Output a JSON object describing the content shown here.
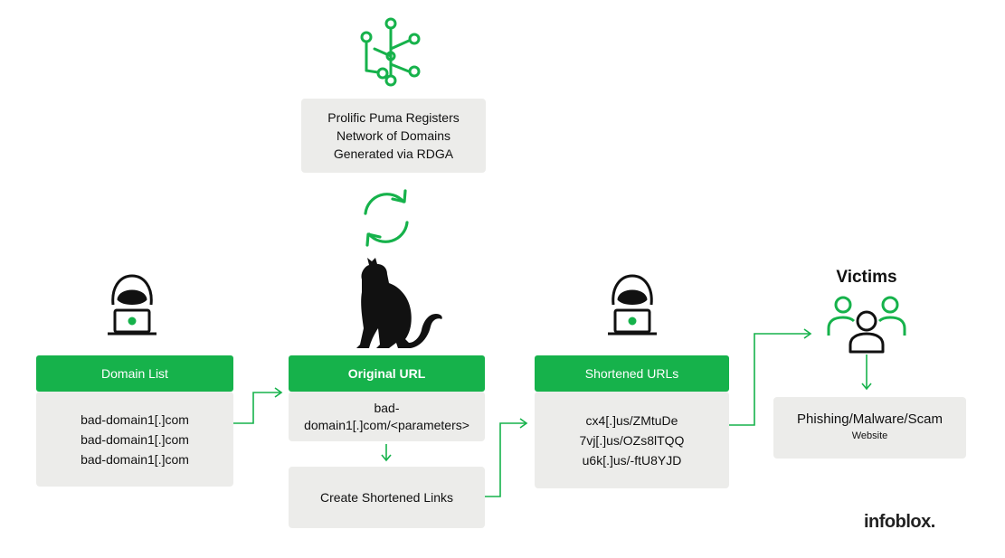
{
  "registration": {
    "line1": "Prolific Puma Registers",
    "line2": "Network of Domains",
    "line3": "Generated via RDGA"
  },
  "domain_list": {
    "header": "Domain List",
    "items": [
      "bad-domain1[.]com",
      "bad-domain1[.]com",
      "bad-domain1[.]com"
    ]
  },
  "original_url": {
    "header": "Original URL",
    "line1": "bad-",
    "line2": "domain1[.]com/<parameters>"
  },
  "create_links": {
    "label": "Create Shortened Links"
  },
  "shortened_urls": {
    "header": "Shortened URLs",
    "items": [
      "cx4[.]us/ZMtuDe",
      "7vj[.]us/OZs8lTQQ",
      "u6k[.]us/-ftU8YJD"
    ]
  },
  "victims": {
    "title": "Victims"
  },
  "destination": {
    "line1": "Phishing/Malware/Scam",
    "line2": "Website"
  },
  "brand": {
    "logo_text": "infoblox."
  },
  "colors": {
    "green": "#16b24b",
    "gray_box": "#ececea",
    "dark": "#111111"
  },
  "icons": [
    "network-tree-icon",
    "refresh-cycle-icon",
    "hacker-icon",
    "puma-icon",
    "victims-group-icon",
    "arrow-icon"
  ]
}
